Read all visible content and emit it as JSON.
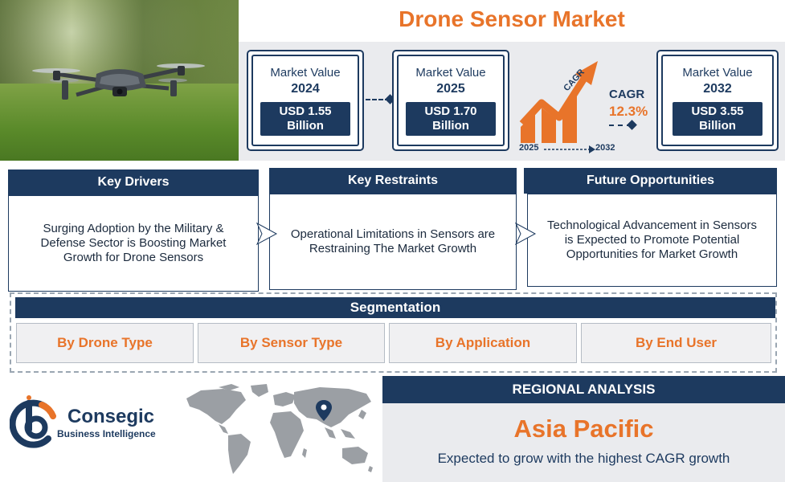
{
  "title": "Drone Sensor Market",
  "market_values": [
    {
      "label": "Market Value",
      "year": "2024",
      "value_line1": "USD 1.55",
      "value_line2": "Billion"
    },
    {
      "label": "Market Value",
      "year": "2025",
      "value_line1": "USD 1.70",
      "value_line2": "Billion"
    },
    {
      "label": "Market Value",
      "year": "2032",
      "value_line1": "USD 3.55",
      "value_line2": "Billion"
    }
  ],
  "cagr": {
    "arrow_label": "CAGR",
    "label": "CAGR",
    "value": "12.3%",
    "start_year": "2025",
    "end_year": "2032"
  },
  "key_drivers": {
    "heading": "Key Drivers",
    "text": "Surging Adoption by the Military & Defense Sector is Boosting Market Growth for Drone Sensors"
  },
  "key_restraints": {
    "heading": "Key Restraints",
    "text": "Operational Limitations in Sensors are Restraining The Market Growth"
  },
  "future_opportunities": {
    "heading": "Future Opportunities",
    "text": "Technological Advancement in Sensors is Expected to Promote Potential Opportunities for Market Growth"
  },
  "segmentation": {
    "heading": "Segmentation",
    "items": [
      "By Drone Type",
      "By Sensor Type",
      "By Application",
      "By End User"
    ]
  },
  "brand": {
    "name": "Consegic",
    "tagline": "Business Intelligence"
  },
  "regional": {
    "heading": "REGIONAL ANALYSIS",
    "region": "Asia Pacific",
    "description": "Expected to grow with the highest CAGR growth"
  },
  "colors": {
    "navy": "#1d3a5f",
    "orange": "#e8742a",
    "panel_gray": "#eaebee"
  }
}
